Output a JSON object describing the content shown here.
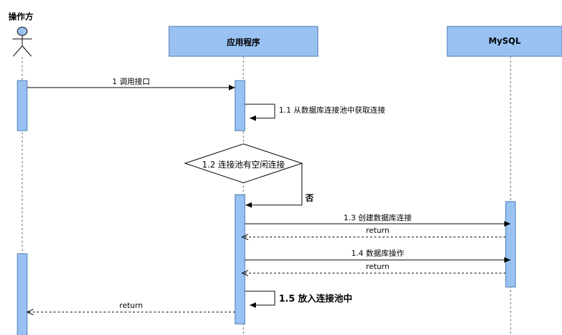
{
  "diagram": {
    "actor": {
      "label": "操作方"
    },
    "participants": [
      {
        "id": "app",
        "label": "应用程序"
      },
      {
        "id": "mysql",
        "label": "MySQL"
      }
    ],
    "messages": [
      {
        "id": "m1",
        "label": "1 调用接口",
        "from": "actor",
        "to": "app",
        "kind": "sync"
      },
      {
        "id": "m11",
        "label": "1.1  从数据库连接池中获取连接",
        "from": "app",
        "to": "app",
        "kind": "self"
      },
      {
        "id": "m13",
        "label": "1.3 创建数据库连接",
        "from": "app",
        "to": "mysql",
        "kind": "sync"
      },
      {
        "id": "r13",
        "label": "return",
        "from": "mysql",
        "to": "app",
        "kind": "return"
      },
      {
        "id": "m14",
        "label": "1.4  数据库操作",
        "from": "app",
        "to": "mysql",
        "kind": "sync"
      },
      {
        "id": "r14",
        "label": "return",
        "from": "mysql",
        "to": "app",
        "kind": "return"
      },
      {
        "id": "m15",
        "label": "1.5  放入连接池中",
        "from": "app",
        "to": "app",
        "kind": "self"
      },
      {
        "id": "r1",
        "label": "return",
        "from": "app",
        "to": "actor",
        "kind": "return"
      }
    ],
    "decision": {
      "label": "1.2 连接池有空闲连接",
      "branch_label": "否"
    },
    "colors": {
      "box_fill": "#99c2f2",
      "box_stroke": "#4a78b0",
      "line": "#000000"
    }
  }
}
